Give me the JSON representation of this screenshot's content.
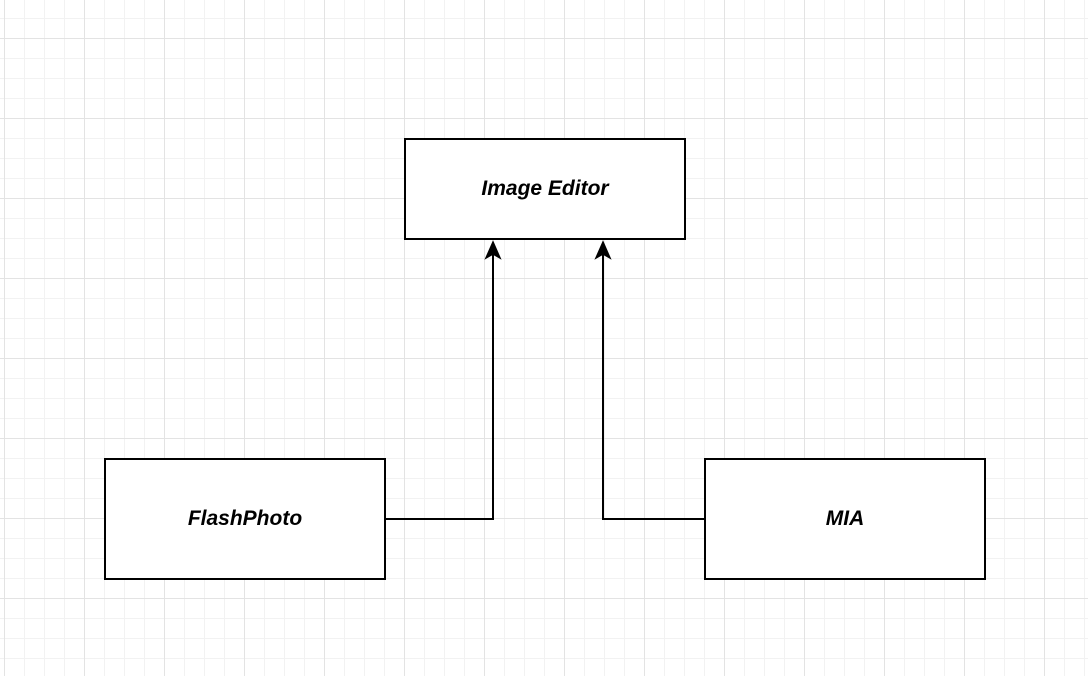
{
  "diagram": {
    "nodes": {
      "image_editor": {
        "label": "Image Editor"
      },
      "flashphoto": {
        "label": "FlashPhoto"
      },
      "mia": {
        "label": "MIA"
      }
    },
    "edges": [
      {
        "from": "FlashPhoto",
        "to": "Image Editor",
        "type": "arrow"
      },
      {
        "from": "MIA",
        "to": "Image Editor",
        "type": "arrow"
      }
    ]
  },
  "colors": {
    "stroke": "#000000",
    "node_fill": "#ffffff",
    "grid_major": "#e3e3e3",
    "grid_minor": "#f2f2f2"
  }
}
